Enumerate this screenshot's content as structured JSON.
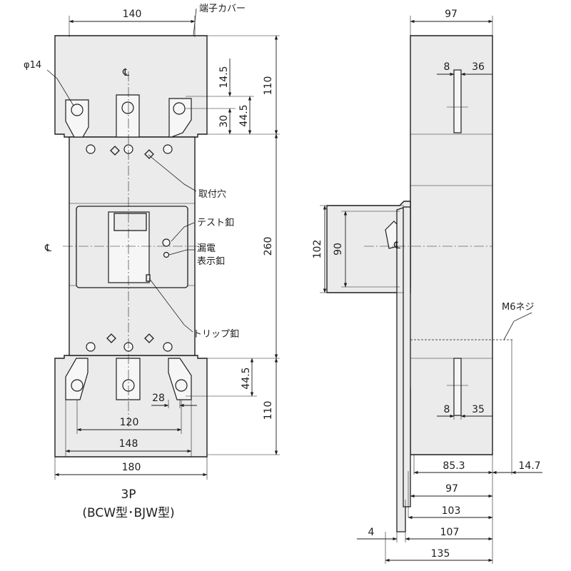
{
  "front_view": {
    "dims": {
      "top_width": "140",
      "hole_dia": "φ14",
      "cover_dim_a": "14.5",
      "cover_dim_b": "30",
      "cover_dim_c": "44.5",
      "top_height": "110",
      "body_height": "260",
      "bottom_dim_a": "44.5",
      "bottom_height": "110",
      "pitch_28": "28",
      "terminal_120": "120",
      "terminal_148": "148",
      "overall_180": "180"
    },
    "callouts": {
      "terminal_cover": "端子カバー",
      "mount_hole": "取付穴",
      "test_button": "テスト釦",
      "leak_indicator_line1": "漏電",
      "leak_indicator_line2": "表示釦",
      "trip_button": "トリップ釦"
    },
    "center_mark": "℄",
    "caption_model": "3P",
    "caption_types": "(BCW型･BJW型)"
  },
  "side_view": {
    "dims": {
      "top_97": "97",
      "d8_top": "8",
      "d36": "36",
      "h102": "102",
      "h90": "90",
      "d8_bottom": "8",
      "d35": "35",
      "d85_3": "85.3",
      "d14_7": "14.7",
      "d97": "97",
      "d103": "103",
      "d4": "4",
      "d107": "107",
      "d135": "135"
    },
    "callouts": {
      "screw": "M6ネジ"
    },
    "center_mark": "℄"
  }
}
